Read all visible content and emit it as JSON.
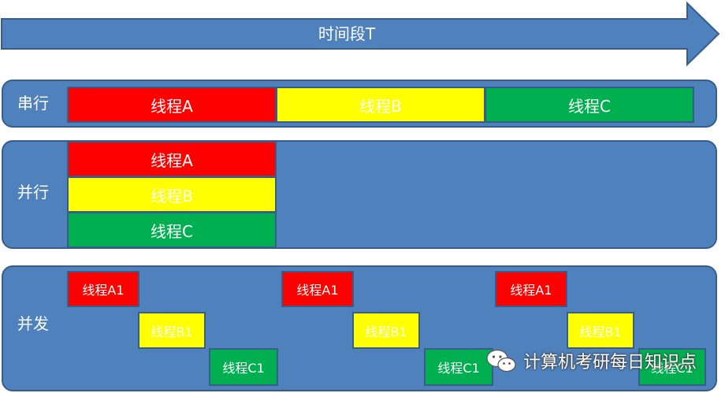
{
  "timeline": {
    "label": "时间段T"
  },
  "serial": {
    "label": "串行",
    "threads": [
      "线程A",
      "线程B",
      "线程C"
    ]
  },
  "parallel": {
    "label": "并行",
    "threads": [
      "线程A",
      "线程B",
      "线程C"
    ]
  },
  "concurrent": {
    "label": "并发",
    "groups": [
      [
        "线程A1",
        "线程B1",
        "线程C1"
      ],
      [
        "线程A1",
        "线程B1",
        "线程C1"
      ],
      [
        "线程A1",
        "线程B1",
        "线程C1"
      ]
    ]
  },
  "watermark": {
    "text": "计算机考研每日知识点",
    "icon": "wechat-icon"
  },
  "colors": {
    "band": "#4f81bd",
    "band_border": "#385d8a",
    "thread_a": "#ff0000",
    "thread_b": "#ffff00",
    "thread_c": "#00b050"
  }
}
